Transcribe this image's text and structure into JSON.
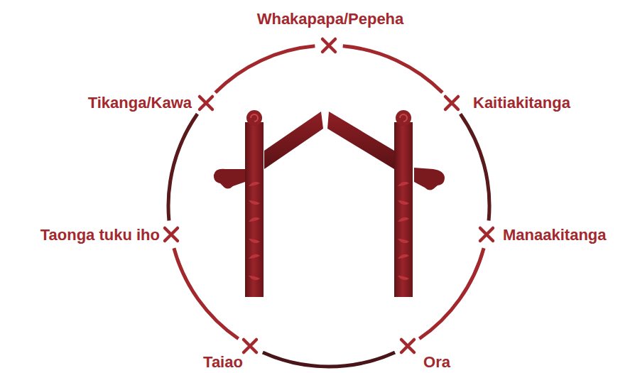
{
  "diagram": {
    "labels": [
      "Whakapapa/Pepeha",
      "Kaitiakitanga",
      "Manaakitanga",
      "Ora",
      "Taiao",
      "Taonga tuku iho",
      "Tikanga/Kawa"
    ]
  }
}
